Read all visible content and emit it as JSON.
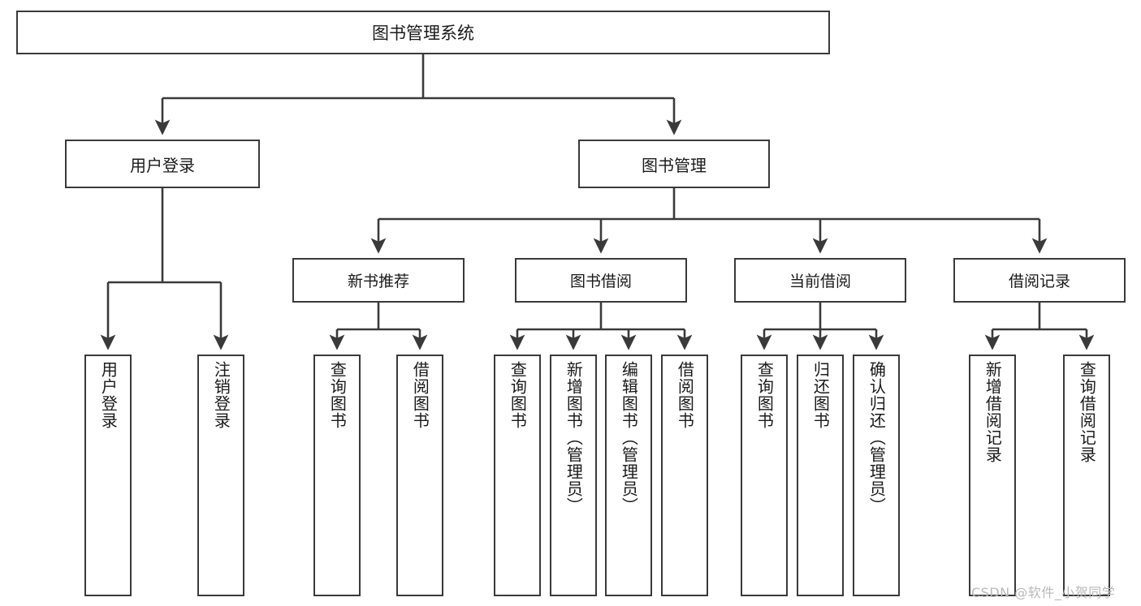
{
  "diagram": {
    "title": "图书管理系统",
    "type": "tree-hierarchy",
    "root": {
      "label": "图书管理系统"
    },
    "level2": [
      {
        "label": "用户登录"
      },
      {
        "label": "图书管理"
      }
    ],
    "level3": [
      {
        "label": "新书推荐"
      },
      {
        "label": "图书借阅"
      },
      {
        "label": "当前借阅"
      },
      {
        "label": "借阅记录"
      }
    ],
    "leaves": {
      "user_login": [
        {
          "label": "用户登录"
        },
        {
          "label": "注销登录"
        }
      ],
      "new_book_recommend": [
        {
          "label": "查询图书"
        },
        {
          "label": "借阅图书"
        }
      ],
      "book_borrow": [
        {
          "label": "查询图书"
        },
        {
          "label": "新增图书（管理员）"
        },
        {
          "label": "编辑图书（管理员）"
        },
        {
          "label": "借阅图书"
        }
      ],
      "current_borrow": [
        {
          "label": "查询图书"
        },
        {
          "label": "归还图书"
        },
        {
          "label": "确认归还（管理员）"
        }
      ],
      "borrow_record": [
        {
          "label": "新增借阅记录"
        },
        {
          "label": "查询借阅记录"
        }
      ]
    }
  },
  "watermark": {
    "text": "CSDN @软件_小贺同学"
  },
  "colors": {
    "background": "#ffffff",
    "box_border": "#3a3a3a",
    "box_fill": "#ffffff",
    "text": "#1a1a1a",
    "connector": "#3a3a3a",
    "watermark": "#b9b9b9"
  }
}
